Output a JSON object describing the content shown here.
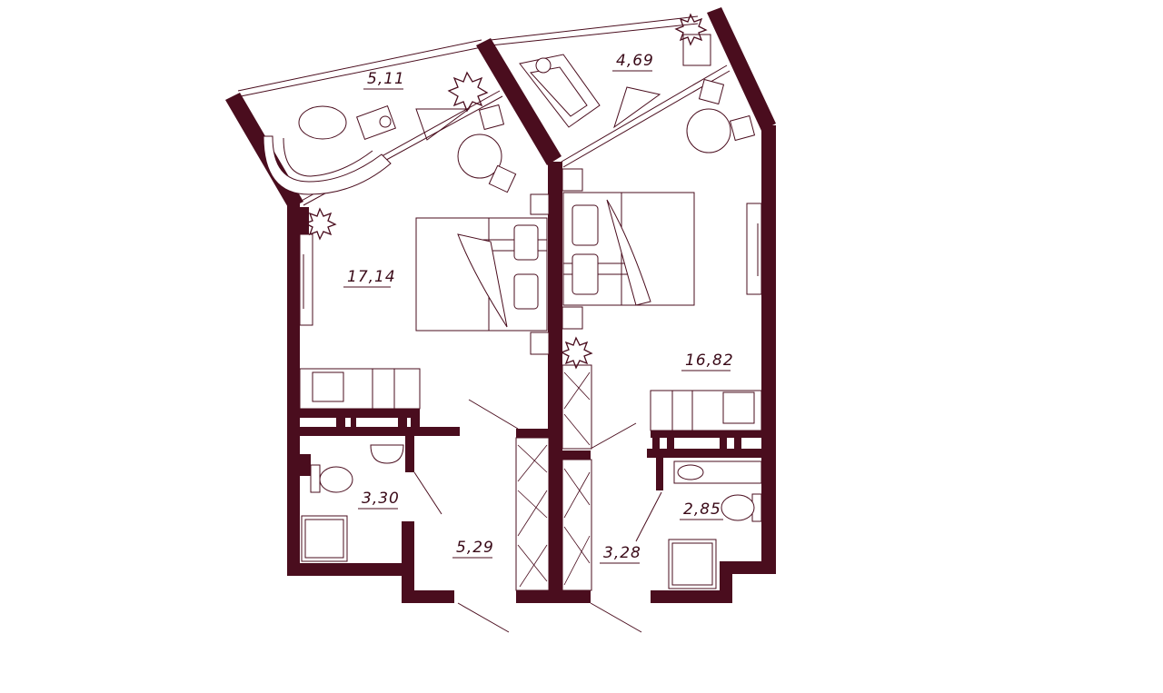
{
  "plan": {
    "type": "apartment-floor-plan",
    "units": [
      {
        "name": "left-unit",
        "rooms": [
          {
            "id": "balcony-left",
            "area": "5,11"
          },
          {
            "id": "living-left",
            "area": "17,14"
          },
          {
            "id": "bath-left",
            "area": "3,30"
          },
          {
            "id": "hall-left",
            "area": "5,29"
          }
        ]
      },
      {
        "name": "right-unit",
        "rooms": [
          {
            "id": "balcony-right",
            "area": "4,69"
          },
          {
            "id": "living-right",
            "area": "16,82"
          },
          {
            "id": "bath-right",
            "area": "2,85"
          },
          {
            "id": "hall-right",
            "area": "3,28"
          }
        ]
      }
    ]
  },
  "colors": {
    "wall": "#4a0d1e",
    "background": "#ffffff",
    "label": "#3a0a18"
  },
  "icons": [
    "plant-icon",
    "sofa-icon",
    "armchair-icon",
    "round-table-icon",
    "chair-icon",
    "bed-icon",
    "pillow-icon",
    "toilet-icon",
    "sink-icon",
    "shower-tray-icon",
    "stove-icon",
    "wardrobe-icon",
    "window-icon",
    "door-icon"
  ]
}
